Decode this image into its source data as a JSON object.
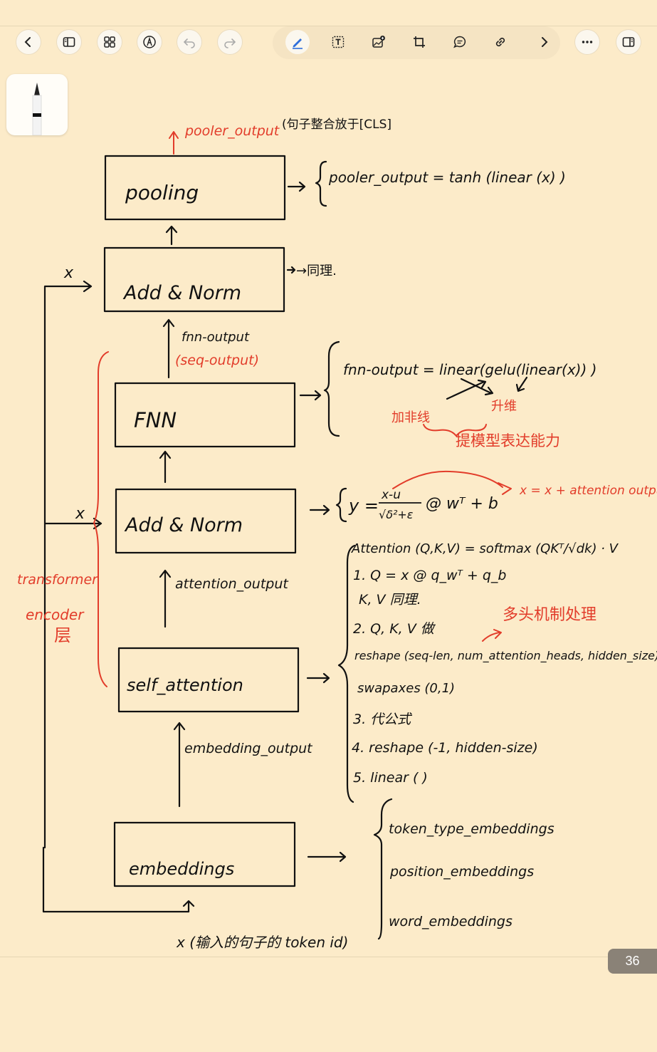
{
  "toolbar": {
    "left_buttons": [
      {
        "icon": "chevron-left-icon"
      },
      {
        "icon": "sidebar-icon"
      },
      {
        "icon": "grid-icon"
      },
      {
        "icon": "pen-nib-icon"
      },
      {
        "icon": "undo-icon"
      },
      {
        "icon": "redo-icon"
      }
    ],
    "center_buttons": [
      {
        "icon": "pen-icon",
        "active": true
      },
      {
        "icon": "text-box-icon"
      },
      {
        "icon": "image-add-icon"
      },
      {
        "icon": "crop-icon"
      },
      {
        "icon": "comment-icon"
      },
      {
        "icon": "link-icon"
      },
      {
        "icon": "chevron-right-icon"
      }
    ],
    "right_buttons": [
      {
        "icon": "more-icon"
      },
      {
        "icon": "panel-icon"
      }
    ]
  },
  "page_number": "36",
  "notes": {
    "boxes": {
      "pooling": "pooling",
      "add_norm_top": "Add & Norm",
      "fnn": "FNN",
      "add_norm_mid": "Add & Norm",
      "self_attention": "self_attention",
      "embeddings": "embeddings"
    },
    "pooler_output_label": "pooler_output",
    "pooler_output_note": "(句子整合放于[CLS]",
    "pooler_formula": "pooler_output = tanh (linear (x) )",
    "same_note": "→同理.",
    "x_label": "x",
    "fnn_output_label": "fnn-output",
    "seq_output_label": "(seq-output)",
    "fnn_formula": "fnn-output = linear(gelu(linear(x)) )",
    "nonlinear_note": "加非线",
    "dim_note": "升维",
    "expressive_note": "提模型表达能力",
    "layernorm_formula_lhs": "y =",
    "layernorm_num": "x-u",
    "layernorm_den": "√δ²+ε",
    "layernorm_rest": "@ wᵀ + b",
    "residual_note": "x = x + attention output",
    "attention_output_label": "attention_output",
    "attention_formula": "Attention (Q,K,V) = softmax (QKᵀ/√dk) · V",
    "step1": "1. Q = x @ q_wᵀ + q_b",
    "step1b": "K, V 同理.",
    "step2": "2. Q, K, V 做",
    "multihead_note": "多头机制处理",
    "step2_reshape": "reshape (seq-len, num_attention_heads, hidden_size)",
    "step2_swap": "swapaxes (0,1)",
    "step3": "3. 代公式",
    "step4": "4. reshape (-1, hidden-size)",
    "step5": "5. linear ( )",
    "embedding_output_label": "embedding_output",
    "embed_items": [
      "token_type_embeddings",
      "position_embeddings",
      "word_embeddings"
    ],
    "transformer_label": "transformer",
    "encoder_label": "encoder",
    "layer_label": "层",
    "input_note": "x  (输入的句子的 token id)"
  },
  "colors": {
    "background": "#fcebc9",
    "ink": "#111111",
    "red_ink": "#e23c2a",
    "toolbar_blue": "#2f6fdb"
  }
}
